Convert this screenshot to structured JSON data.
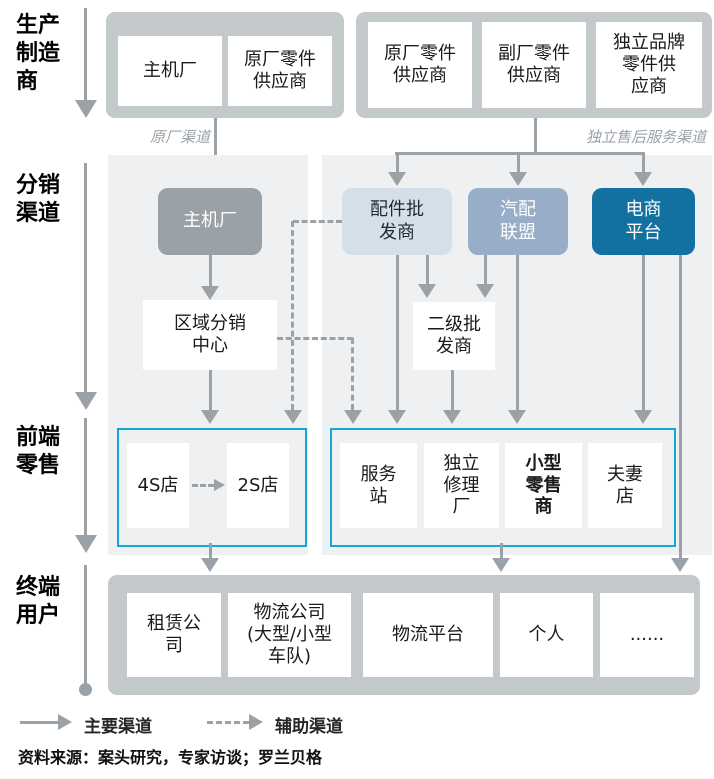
{
  "colors": {
    "accent_cyan": "#14a6d4",
    "dark_blue": "#1371a1",
    "slate_blue": "#98adc7",
    "light_steel": "#d5dfe9",
    "box_gray": "#9aa1a6",
    "band_gray": "#c3c8cb",
    "panel_gray": "#eef0f1",
    "arrow_gray": "#9aa2a8"
  },
  "rails": [
    {
      "label": "生产\n制造\n商"
    },
    {
      "label": "分销\n渠道"
    },
    {
      "label": "前端\n零售"
    },
    {
      "label": "终端\n用户"
    }
  ],
  "production": {
    "oem_band": {
      "boxes": [
        {
          "label": "主机厂"
        },
        {
          "label": "原厂零件\n供应商"
        }
      ]
    },
    "independent_band": {
      "boxes": [
        {
          "label": "原厂零件\n供应商"
        },
        {
          "label": "副厂零件\n供应商"
        },
        {
          "label": "独立品牌\n零件供\n应商"
        }
      ]
    }
  },
  "channel_labels": {
    "oem": "原厂渠道",
    "independent": "独立售后服务渠道"
  },
  "distribution": {
    "oem_channel": {
      "oem": "主机厂",
      "regional_dc": "区域分销\n中心"
    },
    "independent_channel": {
      "parts_wholesaler": "配件批\n发商",
      "parts_alliance": "汽配\n联盟",
      "ecommerce": "电商\n平台",
      "secondary_wholesaler": "二级批\n发商"
    }
  },
  "retail": {
    "oem": [
      {
        "label": "4S店"
      },
      {
        "label": "2S店"
      }
    ],
    "independent": [
      {
        "label": "服务\n站"
      },
      {
        "label": "独立\n修理\n厂"
      },
      {
        "label": "小型\n零售\n商",
        "bold": true
      },
      {
        "label": "夫妻\n店"
      }
    ]
  },
  "end_users": {
    "boxes": [
      {
        "label": "租赁公\n司"
      },
      {
        "label": "物流公司\n(大型/小型\n车队)"
      },
      {
        "label": "物流平台"
      },
      {
        "label": "个人"
      },
      {
        "label": "......"
      }
    ]
  },
  "legend": {
    "solid": "主要渠道",
    "dashed": "辅助渠道"
  },
  "source": "资料来源：案头研究，专家访谈；罗兰贝格"
}
